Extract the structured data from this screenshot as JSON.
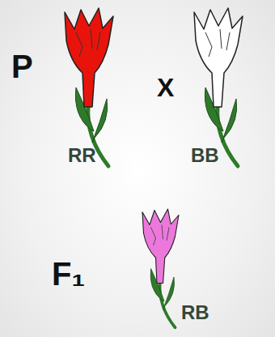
{
  "diagram": {
    "labels": [
      "P",
      "X",
      "RR",
      "BB",
      "F₁",
      "RB"
    ]
  }
}
